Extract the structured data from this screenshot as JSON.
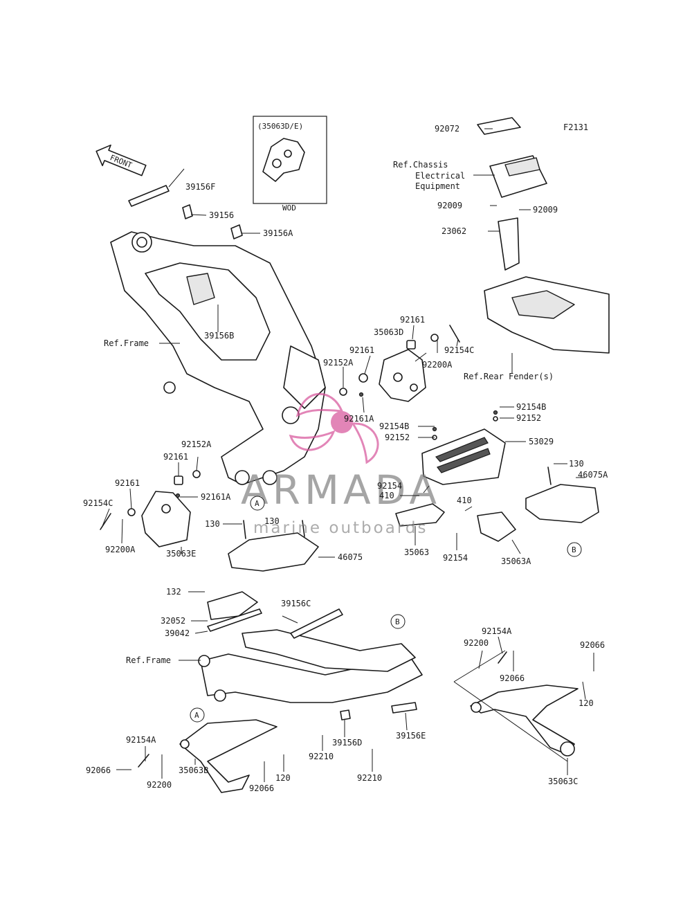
{
  "diagram": {
    "figure_code": "F2131",
    "front_arrow": "FRONT",
    "inset": {
      "title": "(35063D/E)",
      "footnote": "WOD"
    },
    "ref_labels": {
      "frame_upper": "Ref.Frame",
      "frame_lower": "Ref.Frame",
      "chassis_line1": "Ref.Chassis",
      "chassis_line2": "Electrical",
      "chassis_line3": "Equipment",
      "rear_fender": "Ref.Rear Fender(s)"
    },
    "callouts": {
      "A": "A",
      "B": "B"
    },
    "parts": [
      "39156F",
      "39156",
      "39156A",
      "39156B",
      "92072",
      "92009",
      "92009",
      "23062",
      "92161",
      "92154C",
      "35063D",
      "92161",
      "92152A",
      "92200A",
      "92161A",
      "92154B",
      "92152",
      "92154B",
      "92152",
      "53029",
      "130",
      "46075A",
      "92152A",
      "92161",
      "92161",
      "92154C",
      "92161A",
      "92200A",
      "35063E",
      "130",
      "130",
      "46075",
      "92154",
      "410",
      "35063",
      "410",
      "92154",
      "35063A",
      "132",
      "32052",
      "39042",
      "39156C",
      "92154A",
      "92200",
      "92066",
      "92066",
      "120",
      "92154A",
      "92066",
      "92200",
      "35063B",
      "92066",
      "120",
      "92210",
      "39156D",
      "92210",
      "39156E",
      "35063C"
    ]
  },
  "watermark": {
    "brand": "ARMADA",
    "tagline": "marine outboards",
    "accent": "#d6529a",
    "text_color": "#7f7f7f"
  }
}
